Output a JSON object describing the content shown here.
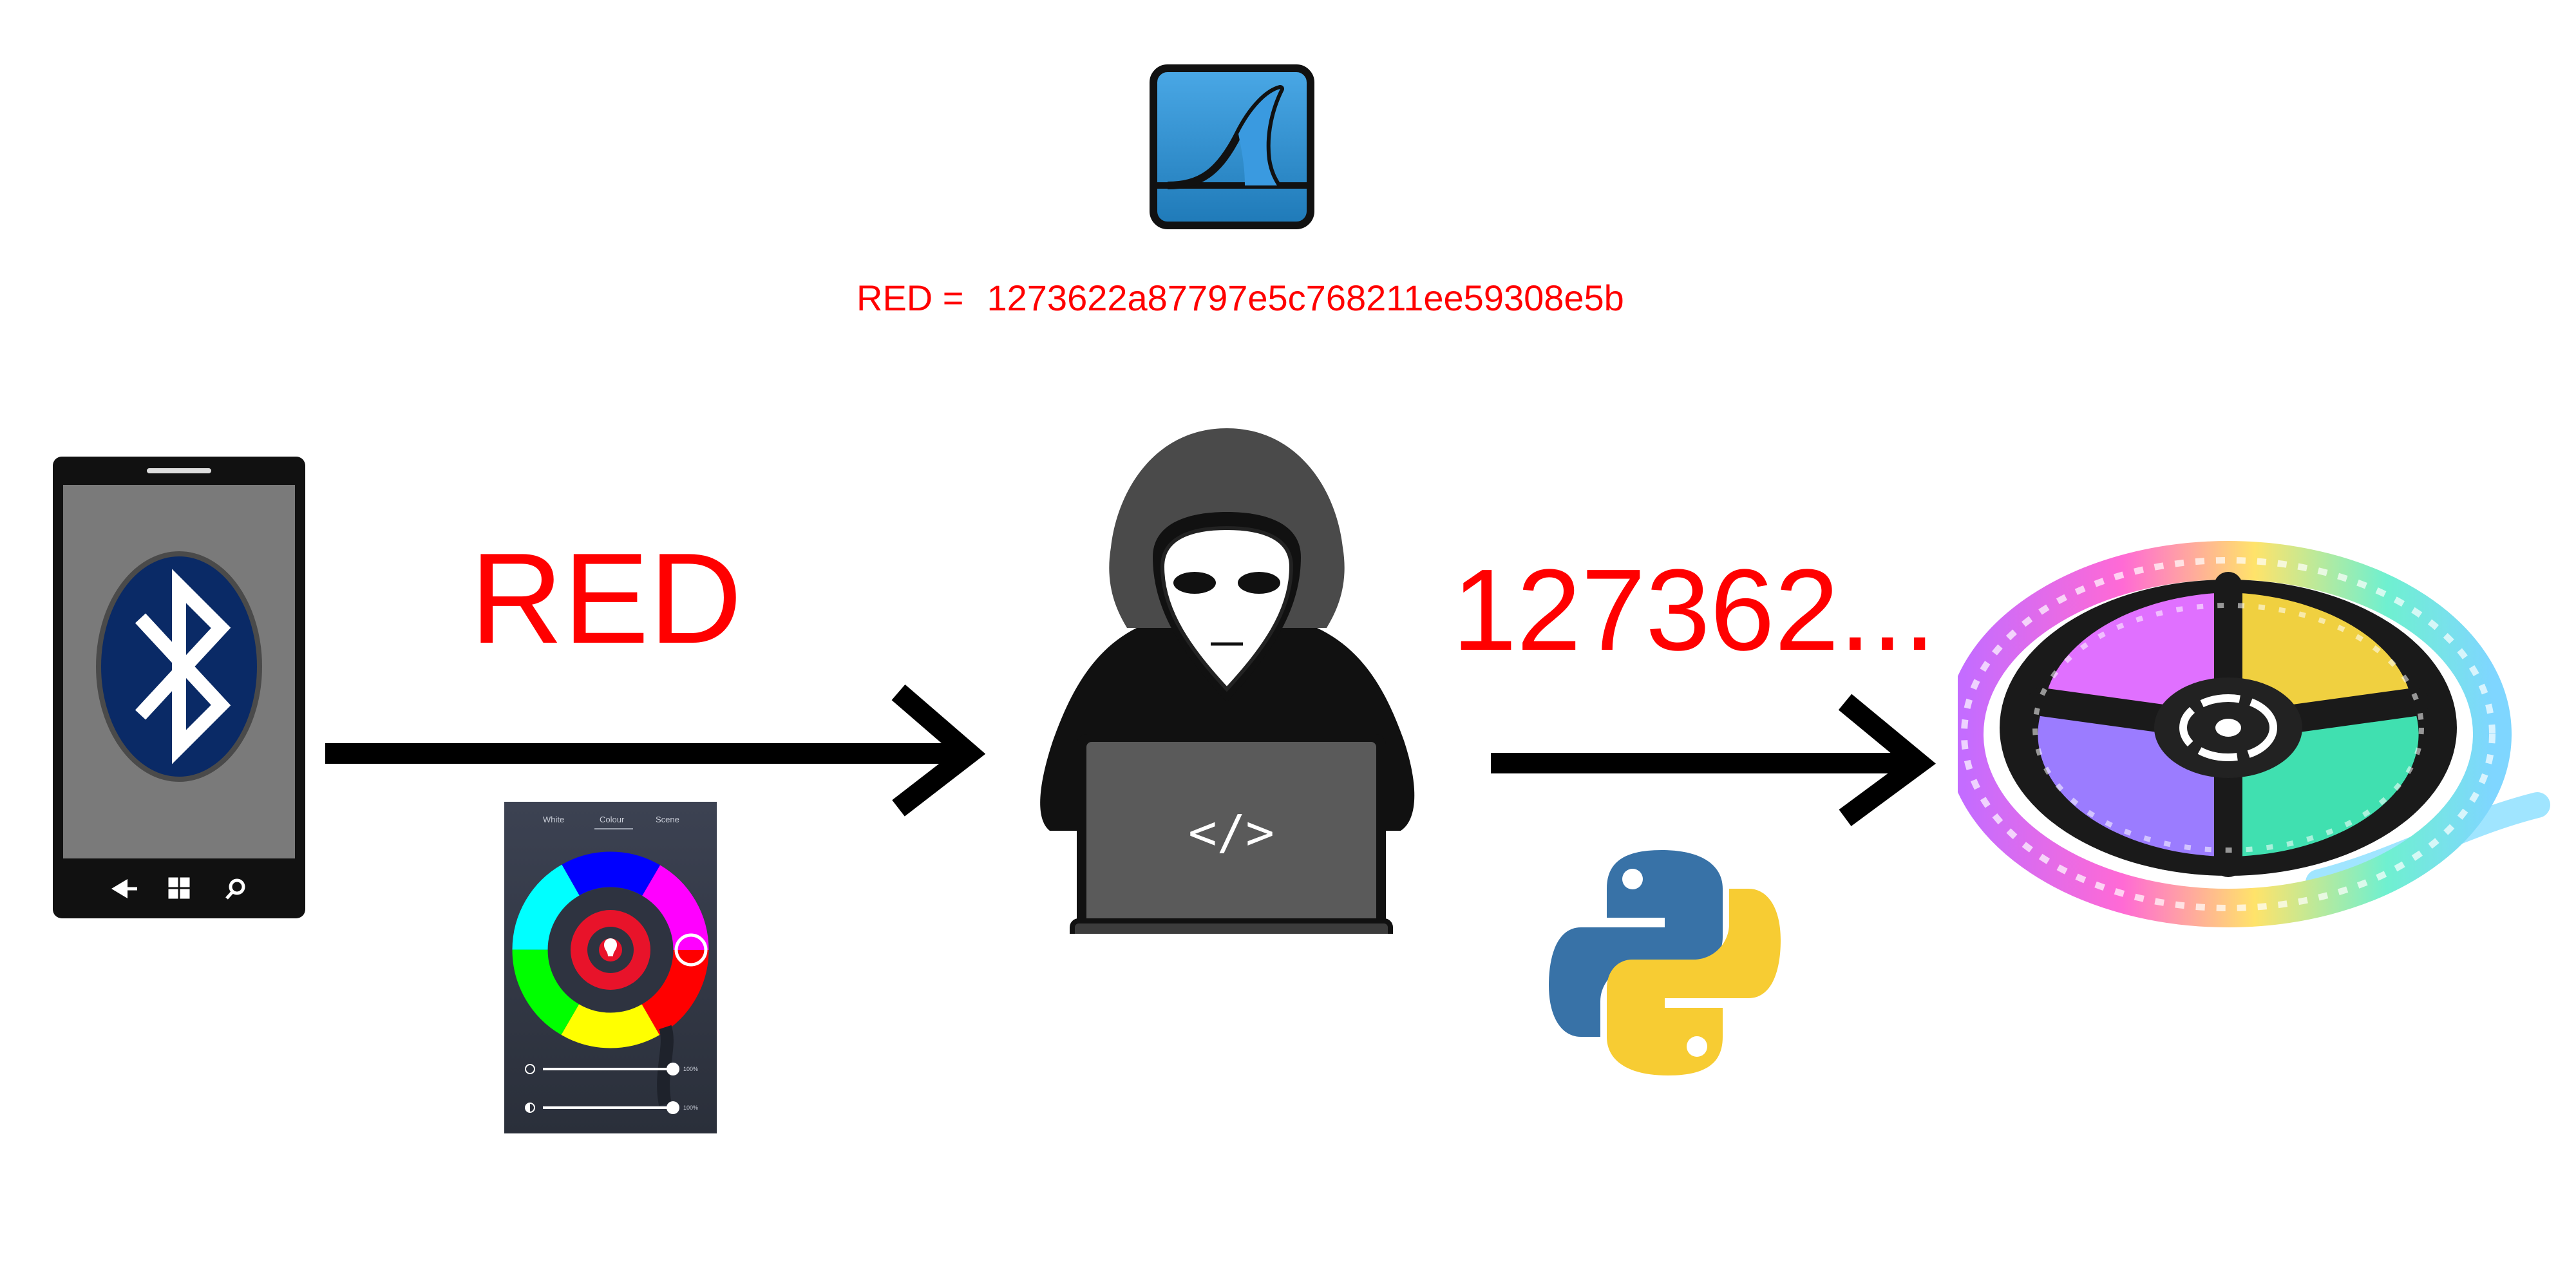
{
  "sniffed_mapping": {
    "label": "RED =",
    "value": "1273622a87797e5c768211ee59308e5b"
  },
  "command_label": "RED",
  "hex_payload_label": "127362...",
  "app_screen": {
    "tabs": [
      "White",
      "Colour",
      "Scene"
    ],
    "active_tab": "Colour",
    "brightness_pct": "100%",
    "contrast_pct": "100%"
  },
  "code_symbol": "</>",
  "icons": {
    "phone": "bluetooth-phone-icon",
    "wireshark": "wireshark-fin-icon",
    "hacker": "hooded-hacker-icon",
    "python": "python-logo-icon",
    "led_strip": "rgb-led-strip-reel"
  },
  "colors": {
    "label_red": "#ff0000",
    "bluetooth_blue": "#0a2a66",
    "wireshark_blue": "#2f8fd0",
    "python_blue": "#3872a7",
    "python_yellow": "#f7cc33"
  }
}
